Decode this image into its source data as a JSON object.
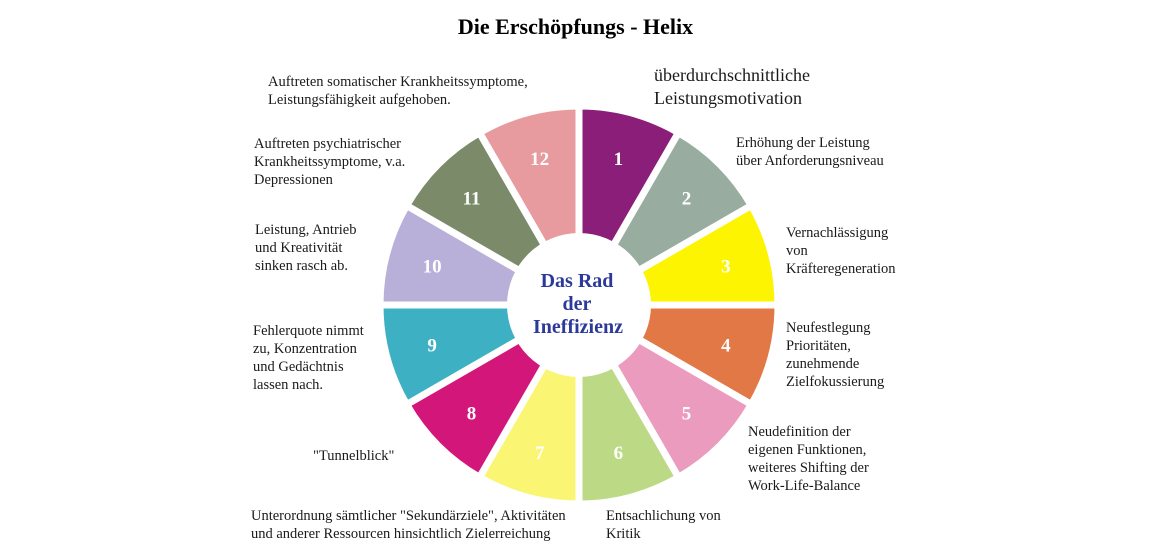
{
  "title": "Die Erschöpfungs - Helix",
  "center": {
    "lines": [
      "Das Rad",
      "der",
      "Ineffizienz"
    ],
    "color": "#2b3a9a"
  },
  "segments": [
    {
      "number": "1",
      "color": "#8b1e78",
      "label_lines": [
        "überdurchschnittliche",
        "Leistungsmotivation"
      ]
    },
    {
      "number": "2",
      "color": "#98ada0",
      "label_lines": [
        "Erhöhung der Leistung",
        "über Anforderungsniveau"
      ]
    },
    {
      "number": "3",
      "color": "#fcf400",
      "label_lines": [
        "Vernachlässigung",
        "von",
        "Kräfteregeneration"
      ]
    },
    {
      "number": "4",
      "color": "#e27845",
      "label_lines": [
        "Neufestlegung",
        "Prioritäten,",
        "zunehmende",
        "Zielfokussierung"
      ]
    },
    {
      "number": "5",
      "color": "#eb9bbd",
      "label_lines": [
        "Neudefinition der",
        "eigenen Funktionen,",
        "weiteres Shifting der",
        "Work-Life-Balance"
      ]
    },
    {
      "number": "6",
      "color": "#bcd985",
      "label_lines": [
        "Entsachlichung von",
        "Kritik"
      ]
    },
    {
      "number": "7",
      "color": "#fbf574",
      "label_lines": [
        "Unterordnung sämtlicher \"Sekundärziele\", Aktivitäten",
        "und anderer Ressourcen hinsichtlich Zielerreichung"
      ]
    },
    {
      "number": "8",
      "color": "#d3177a",
      "label_lines": [
        "\"Tunnelblick\""
      ]
    },
    {
      "number": "9",
      "color": "#3eb0c3",
      "label_lines": [
        "Fehlerquote nimmt",
        "zu, Konzentration",
        "und Gedächtnis",
        "lassen nach."
      ]
    },
    {
      "number": "10",
      "color": "#b8b0d8",
      "label_lines": [
        "Leistung, Antrieb",
        "und Kreativität",
        "sinken rasch ab."
      ]
    },
    {
      "number": "11",
      "color": "#7b8b6a",
      "label_lines": [
        "Auftreten psychiatrischer",
        "Krankheitssymptome, v.a.",
        "Depressionen"
      ]
    },
    {
      "number": "12",
      "color": "#e89b9e",
      "label_lines": [
        "Auftreten somatischer Krankheitssymptome,",
        "Leistungsfähigkeit aufgehoben."
      ]
    }
  ]
}
